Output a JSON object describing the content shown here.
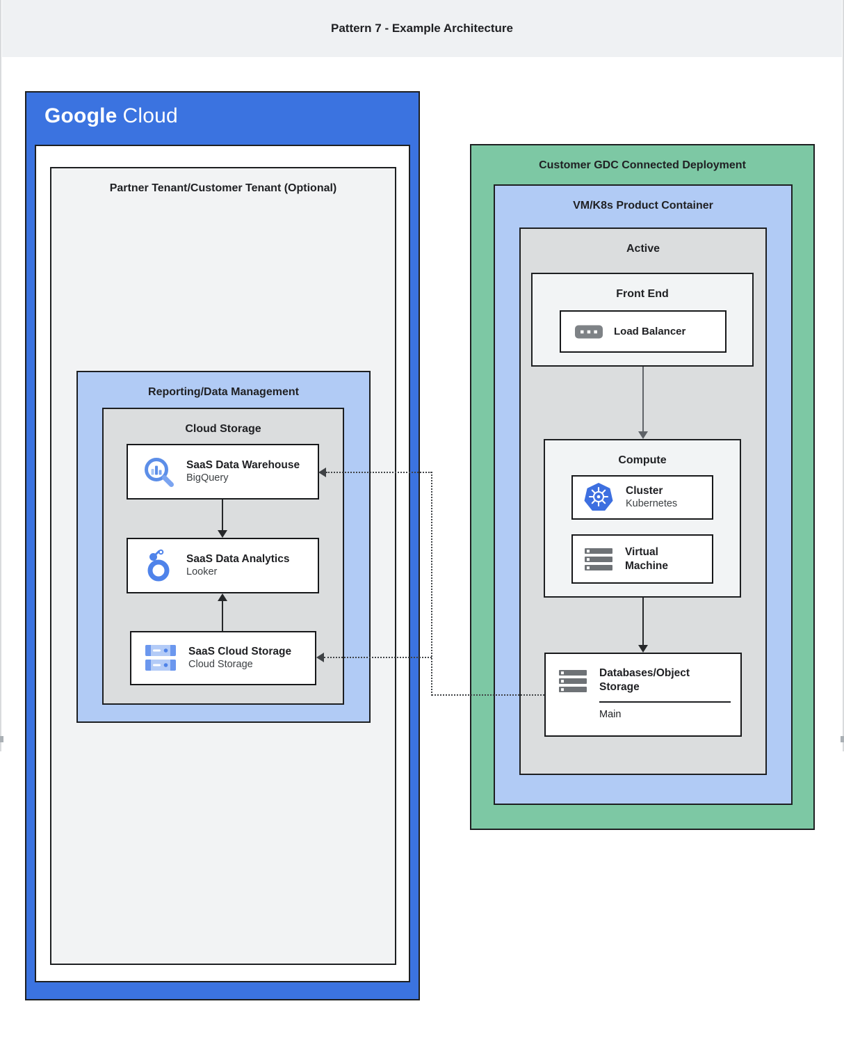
{
  "header": {
    "title": "Pattern 7 - Example Architecture"
  },
  "google_cloud": {
    "logo": {
      "google": "Google",
      "cloud": "Cloud"
    },
    "partner_tenant": {
      "title": "Partner Tenant/Customer Tenant (Optional)",
      "reporting": {
        "title": "Reporting/Data Management",
        "cloud_storage": {
          "title": "Cloud Storage",
          "cards": [
            {
              "title": "SaaS Data Warehouse",
              "subtitle": "BigQuery",
              "icon": "bigquery-icon"
            },
            {
              "title": "SaaS Data Analytics",
              "subtitle": "Looker",
              "icon": "looker-icon"
            },
            {
              "title": "SaaS Cloud Storage",
              "subtitle": "Cloud Storage",
              "icon": "cloud-storage-icon"
            }
          ]
        }
      }
    }
  },
  "gdc_deployment": {
    "title": "Customer GDC Connected Deployment",
    "vm_k8s_container": {
      "title": "VM/K8s Product Container",
      "active": {
        "title": "Active",
        "front_end": {
          "title": "Front End",
          "load_balancer": {
            "title": "Load Balancer",
            "icon": "load-balancer-icon"
          }
        },
        "compute": {
          "title": "Compute",
          "cards": [
            {
              "title": "Cluster",
              "subtitle": "Kubernetes",
              "icon": "kubernetes-icon"
            },
            {
              "title": "Virtual Machine",
              "icon": "virtual-machine-icon"
            }
          ]
        },
        "databases": {
          "title": "Databases/Object Storage",
          "label": "Main",
          "icon": "object-storage-icon"
        }
      }
    }
  },
  "colors": {
    "google_blue": "#3B73E0",
    "light_blue": "#B1CBF5",
    "green": "#7DC8A4",
    "panel_gray": "#DBDDDE",
    "panel_light": "#F2F3F4",
    "border_dark": "#1D1F21",
    "text_primary": "#202124",
    "text_secondary": "#3C4043"
  }
}
